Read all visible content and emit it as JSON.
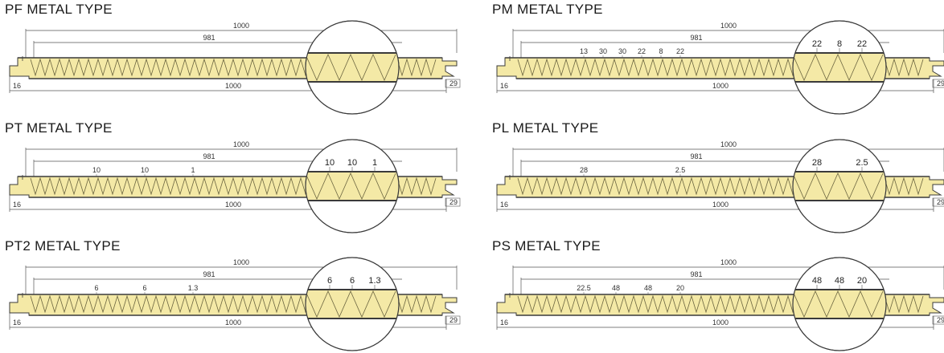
{
  "panels": [
    {
      "key": "pf",
      "title": "PF METAL TYPE",
      "dims": {
        "overall": "1000",
        "effective": "981",
        "bottom": "1000",
        "left": "16",
        "right": "29"
      },
      "profile_labels": [],
      "zoom_labels": []
    },
    {
      "key": "pm",
      "title": "PM METAL TYPE",
      "dims": {
        "overall": "1000",
        "effective": "981",
        "bottom": "1000",
        "left": "16",
        "right": "29"
      },
      "profile_labels": [
        "13",
        "30",
        "30",
        "22",
        "8",
        "22"
      ],
      "zoom_labels": [
        "22",
        "8",
        "22"
      ]
    },
    {
      "key": "pt",
      "title": "PT METAL TYPE",
      "dims": {
        "overall": "1000",
        "effective": "981",
        "bottom": "1000",
        "left": "16",
        "right": "29"
      },
      "profile_labels": [
        "10",
        "10",
        "1"
      ],
      "zoom_labels": [
        "10",
        "10",
        "1"
      ]
    },
    {
      "key": "pl",
      "title": "PL METAL TYPE",
      "dims": {
        "overall": "1000",
        "effective": "981",
        "bottom": "1000",
        "left": "16",
        "right": "29"
      },
      "profile_labels": [
        "28",
        "2.5"
      ],
      "zoom_labels": [
        "28",
        "2.5"
      ]
    },
    {
      "key": "pt2",
      "title": "PT2 METAL TYPE",
      "dims": {
        "overall": "1000",
        "effective": "981",
        "bottom": "1000",
        "left": "16",
        "right": "29"
      },
      "profile_labels": [
        "6",
        "6",
        "1.3"
      ],
      "zoom_labels": [
        "6",
        "6",
        "1.3"
      ]
    },
    {
      "key": "ps",
      "title": "PS METAL TYPE",
      "dims": {
        "overall": "1000",
        "effective": "981",
        "bottom": "1000",
        "left": "16",
        "right": "29"
      },
      "profile_labels": [
        "22.5",
        "48",
        "48",
        "20"
      ],
      "zoom_labels": [
        "48",
        "48",
        "20"
      ]
    }
  ],
  "colors": {
    "insulation_fill": "#f4e9a6",
    "insulation_line": "#6b6540",
    "outline": "#3a3a3a",
    "dim_line": "#555555"
  }
}
